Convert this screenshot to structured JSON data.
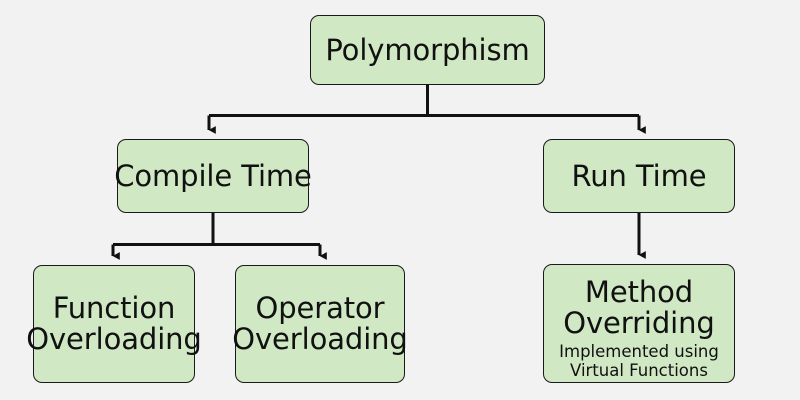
{
  "diagram": {
    "type": "hierarchy-flowchart",
    "title": "Polymorphism",
    "background_color": "#f2f2f2",
    "node_fill_color": "#d0e8c4",
    "node_border_color": "#1a1a1a",
    "text_color": "#111111",
    "nodes": {
      "root": {
        "label": "Polymorphism",
        "level": 0
      },
      "compile_time": {
        "label": "Compile Time",
        "level": 1
      },
      "run_time": {
        "label": "Run Time",
        "level": 1
      },
      "function_overloading": {
        "line1": "Function",
        "line2": "Overloading",
        "level": 2
      },
      "operator_overloading": {
        "line1": "Operator",
        "line2": "Overloading",
        "level": 2
      },
      "method_overriding": {
        "line1": "Method",
        "line2": "Overriding",
        "subtitle_line1": "Implemented using",
        "subtitle_line2": "Virtual Functions",
        "level": 2
      }
    },
    "edges": [
      {
        "from": "root",
        "to": "compile_time",
        "style": "elbow-arrow"
      },
      {
        "from": "root",
        "to": "run_time",
        "style": "elbow-arrow"
      },
      {
        "from": "compile_time",
        "to": "function_overloading",
        "style": "elbow-arrow"
      },
      {
        "from": "compile_time",
        "to": "operator_overloading",
        "style": "elbow-arrow"
      },
      {
        "from": "run_time",
        "to": "method_overriding",
        "style": "straight-arrow"
      }
    ]
  }
}
